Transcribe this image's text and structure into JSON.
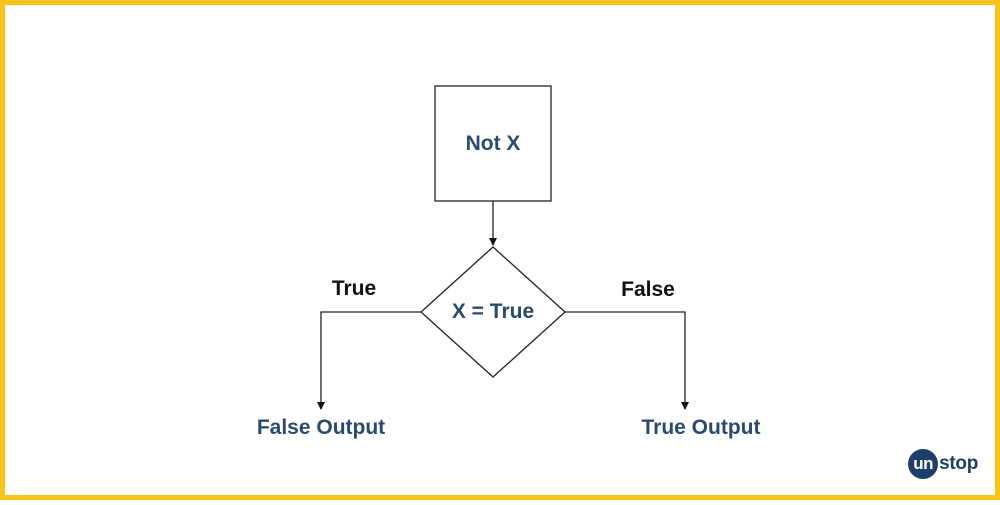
{
  "diagram": {
    "start_box_label": "Not X",
    "decision_label": "X = True",
    "branch_left_label": "True",
    "branch_right_label": "False",
    "output_left_label": "False Output",
    "output_right_label": "True Output"
  },
  "logo": {
    "badge_text": "un",
    "rest_text": "stop"
  },
  "colors": {
    "border": "#f7c21a",
    "node_text": "#2b4a6e",
    "edge_text": "#111111",
    "logo": "#1f3f6b"
  }
}
